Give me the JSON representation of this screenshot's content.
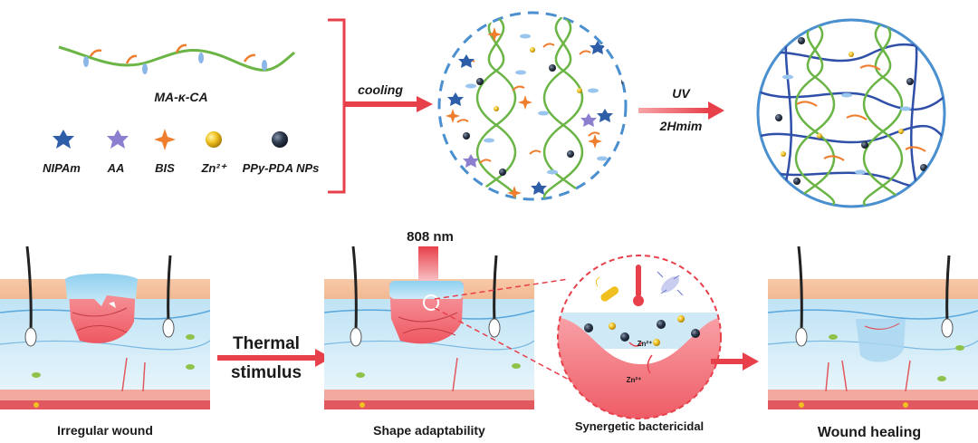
{
  "polymer": {
    "label": "MA-κ-CA"
  },
  "legend": [
    {
      "label": "NIPAm",
      "icon": "blue-star-icon",
      "color": "#2f5ea8"
    },
    {
      "label": "AA",
      "icon": "purple-star-icon",
      "color": "#8c7fd0"
    },
    {
      "label": "BIS",
      "icon": "orange-cross-icon",
      "color": "#ef7d2e"
    },
    {
      "label": "Zn²⁺",
      "icon": "gold-sphere-icon",
      "color": "#e8b416"
    },
    {
      "label": "PPy-PDA NPs",
      "icon": "dark-sphere-icon",
      "color": "#2b3442"
    }
  ],
  "steps": {
    "cooling": "cooling",
    "uv": "UV",
    "uv_sub": "2Hmim",
    "thermal_line1": "Thermal",
    "thermal_line2": "stimulus",
    "laser": "808 nm"
  },
  "zoom": {
    "zn_a": "Zn²⁺",
    "zn_b": "Zn²⁺"
  },
  "captions": {
    "irregular": "Irregular wound",
    "shape": "Shape adaptability",
    "synergetic": "Synergetic bactericidal",
    "healing": "Wound healing"
  },
  "colors": {
    "network_green": "#6ab545",
    "network_blue": "#2f4fa8",
    "arrow_red": "#e8404a",
    "gel_red": "#f05a64"
  }
}
